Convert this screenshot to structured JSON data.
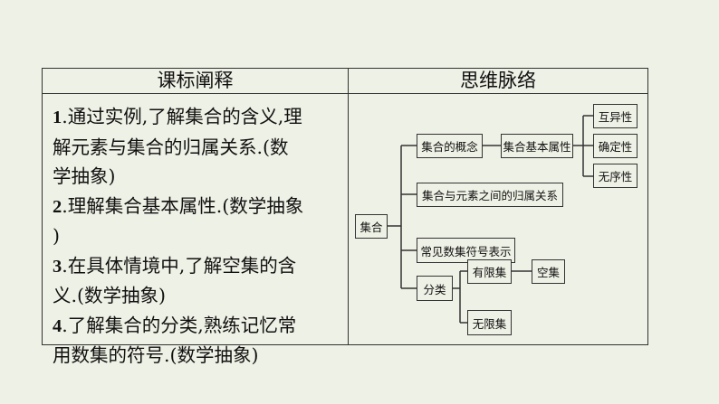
{
  "table": {
    "left_header": "课标阐释",
    "right_header": "思维脉络",
    "items": [
      {
        "num": "1",
        "lines": [
          ".通过实例,了解集合的含义,理",
          "解元素与集合的归属关系.(数",
          "学抽象)"
        ]
      },
      {
        "num": "2",
        "lines": [
          ".理解集合基本属性.(数学抽象",
          ")"
        ]
      },
      {
        "num": "3",
        "lines": [
          ".在具体情境中,了解空集的含",
          "义.(数学抽象)"
        ]
      },
      {
        "num": "4",
        "lines": [
          ".了解集合的分类,熟练记忆常",
          "用数集的符号.(数学抽象)"
        ]
      }
    ]
  },
  "mindmap": {
    "root": "集合",
    "concept": "集合的概念",
    "basic_props": "集合基本属性",
    "prop1": "互异性",
    "prop2": "确定性",
    "prop3": "无序性",
    "relation": "集合与元素之间的归属关系",
    "symbols": "常见数集符号表示",
    "classify": "分类",
    "finite": "有限集",
    "empty": "空集",
    "infinite": "无限集"
  }
}
